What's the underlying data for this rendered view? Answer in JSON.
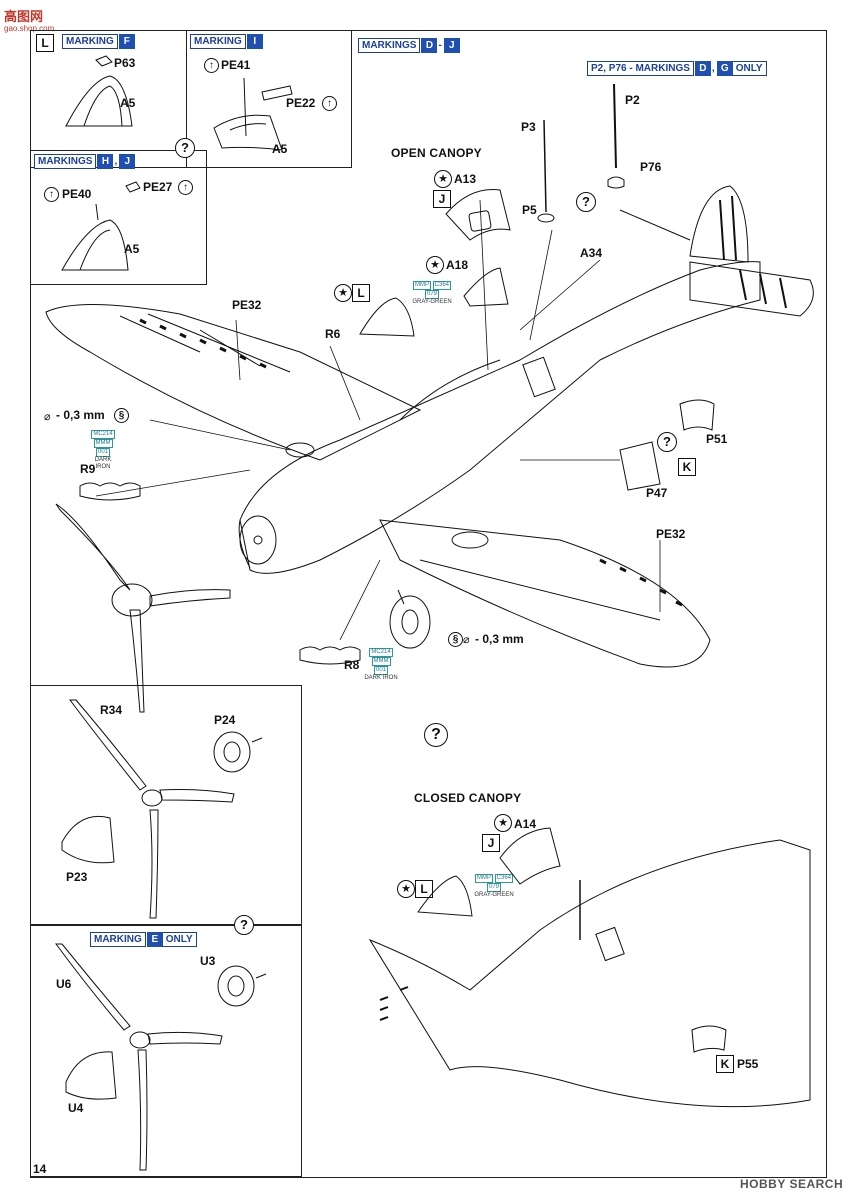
{
  "page": {
    "number": "14"
  },
  "watermarks": {
    "top_logo": "高图网",
    "top_url": "gao.shop.com",
    "brand": "HOBBY SEARCH"
  },
  "colors": {
    "marking_blue": "#1f4fb2",
    "swatch_teal": "#2a9a9a",
    "line": "#111111"
  },
  "icons": [
    "question-icon",
    "star-icon",
    "arrow-icon",
    "diameter-icon"
  ],
  "panels": {
    "markingF": {
      "marking": "MARKING",
      "code": "F",
      "box": "L",
      "parts": [
        "P63",
        "A5"
      ]
    },
    "markingI": {
      "marking": "MARKING",
      "code": "I",
      "parts": [
        "PE41",
        "PE22",
        "A5"
      ]
    },
    "markingHJ": {
      "marking": "MARKINGS",
      "code1": "H",
      "code2": "J",
      "parts": [
        "PE40",
        "PE27",
        "A5"
      ]
    },
    "markingDJ": {
      "marking": "MARKINGS",
      "code1": "D",
      "code2": "J"
    },
    "p2p76": {
      "prefix": "P2, P76 - MARKINGS",
      "code1": "D",
      "code2": "G",
      "suffix": "ONLY"
    },
    "markingE": {
      "marking": "MARKING",
      "code": "E",
      "suffix": "ONLY"
    }
  },
  "headings": {
    "open_canopy": "OPEN CANOPY",
    "closed_canopy": "CLOSED CANOPY"
  },
  "parts": {
    "P2": "P2",
    "P3": "P3",
    "P5": "P5",
    "P76": "P76",
    "A13": "A13",
    "A18": "A18",
    "A34": "A34",
    "PE32a": "PE32",
    "PE32b": "PE32",
    "R6": "R6",
    "R9": "R9",
    "R8": "R8",
    "P51": "P51",
    "P47": "P47",
    "R34": "R34",
    "P24": "P24",
    "P23": "P23",
    "U6": "U6",
    "U3": "U3",
    "U4": "U4",
    "A14": "A14",
    "P55": "P55"
  },
  "boxes": {
    "J1": "J",
    "L1": "L",
    "K1": "K",
    "J2": "J",
    "L2": "L",
    "K2": "K"
  },
  "dims": {
    "dim1": "- 0,3 mm",
    "dim2": "- 0,3 mm"
  },
  "swatches": {
    "gray_green_1": {
      "brand": "MMP",
      "code": "C364",
      "code2": "079",
      "name": "GRAY-GREEN"
    },
    "dark_iron_1": {
      "brand": "MC214",
      "code": "MMM",
      "code2": "001",
      "name": "DARK IRON"
    },
    "dark_iron_2": {
      "brand": "MC214",
      "code": "MMM",
      "code2": "001",
      "name": "DARK IRON"
    },
    "gray_green_2": {
      "brand": "MMP",
      "code": "C364",
      "code2": "079",
      "name": "GRAY-GREEN"
    }
  }
}
